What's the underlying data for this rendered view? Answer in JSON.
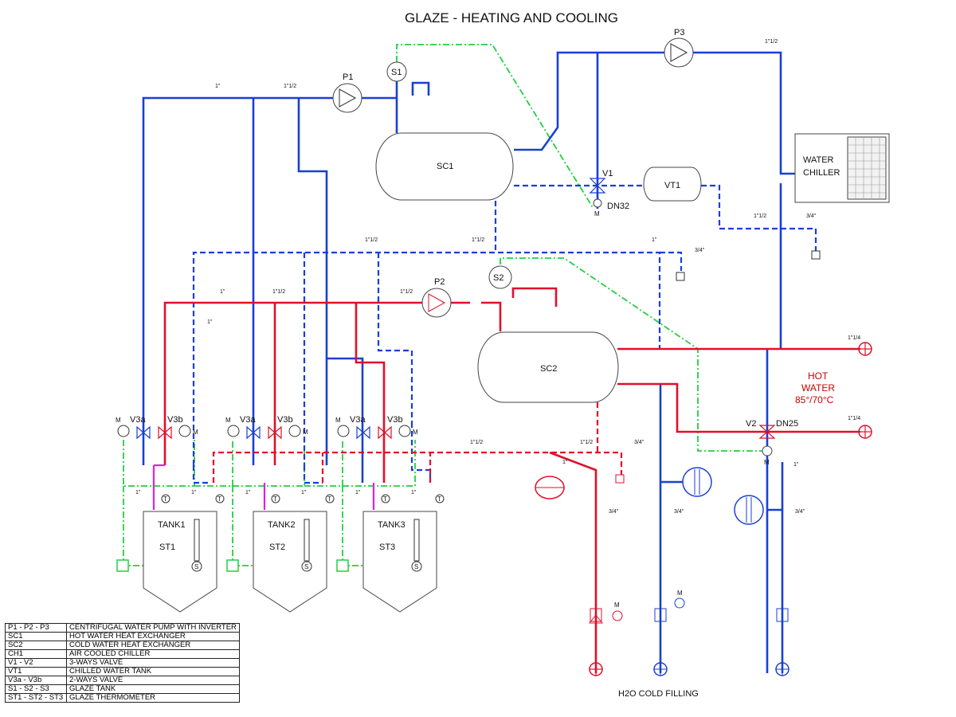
{
  "title": "GLAZE - HEATING AND COOLING",
  "colors": {
    "cold": "#1a3fd6",
    "hot": "#e0102a",
    "signal": "#20d040",
    "glaze": "#e020e0"
  },
  "equipment": {
    "sc1": "SC1",
    "sc2": "SC2",
    "vt1": "VT1",
    "p1": "P1",
    "p2": "P2",
    "p3": "P3",
    "s1": "S1",
    "s2": "S2",
    "v1": "V1",
    "v2": "V2",
    "dn32": "DN32",
    "dn25": "DN25",
    "chiller_line1": "WATER",
    "chiller_line2": "CHILLER",
    "hot_water_line1": "HOT",
    "hot_water_line2": "WATER",
    "hot_water_line3": "85°/70°C",
    "cold_filling": "H2O COLD FILLING",
    "motor": "M",
    "thermo": "T",
    "sensor": "S"
  },
  "tanks": [
    {
      "tank": "TANK1",
      "st": "ST1",
      "va": "V3a",
      "vb": "V3b"
    },
    {
      "tank": "TANK2",
      "st": "ST2",
      "va": "V3a",
      "vb": "V3b"
    },
    {
      "tank": "TANK3",
      "st": "ST3",
      "va": "V3a",
      "vb": "V3b"
    }
  ],
  "pipe_sizes": {
    "s1": "1\"",
    "s112": "1\"1/2",
    "s114": "1\"1/4",
    "s34": "3/4\""
  },
  "legend": [
    {
      "key": "P1 - P2 - P3",
      "value": "CENTRIFUGAL WATER PUMP WITH INVERTER"
    },
    {
      "key": "SC1",
      "value": "HOT WATER HEAT EXCHANGER"
    },
    {
      "key": "SC2",
      "value": "COLD WATER HEAT EXCHANGER"
    },
    {
      "key": "CH1",
      "value": "AIR COOLED CHILLER"
    },
    {
      "key": "V1 - V2",
      "value": "3-WAYS VALVE"
    },
    {
      "key": "VT1",
      "value": "CHILLED WATER TANK"
    },
    {
      "key": "V3a - V3b",
      "value": "2-WAYS VALVE"
    },
    {
      "key": "S1 - S2 - S3",
      "value": "GLAZE TANK"
    },
    {
      "key": "ST1 - ST2 - ST3",
      "value": "GLAZE THERMOMETER"
    }
  ]
}
